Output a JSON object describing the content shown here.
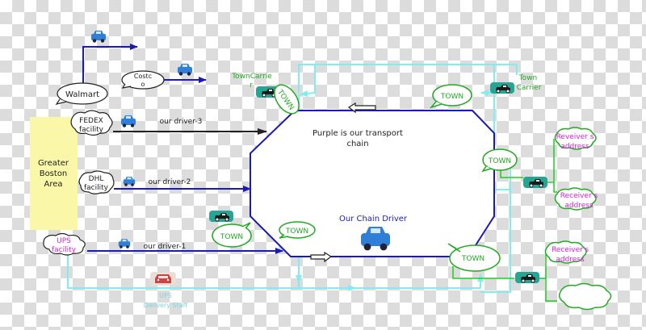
{
  "colors": {
    "chain": "#1a1ab4",
    "town": "#22aa22",
    "cyan": "#80eef0",
    "magenta": "#e020e0",
    "dark": "#222222",
    "area_fill": "#fbf7a8",
    "carrier_fill": "#27a594",
    "ups_car": "#cc4444",
    "ups_text": "#7ad6e0"
  },
  "area": {
    "label_line1": "Greater",
    "label_line2": "Boston",
    "label_line3": "Area"
  },
  "facilities": {
    "walmart": "Walmart",
    "costco_line1": "Costc",
    "costco_line2": "o",
    "fedex_line1": "FEDEX",
    "fedex_line2": "facility",
    "dhl_line1": "DHL",
    "dhl_line2": "facility",
    "ups_line1": "UPS",
    "ups_line2": "facility"
  },
  "drivers": {
    "driver3": "our driver-3",
    "driver2": "our driver-2",
    "driver1": "our driver-1"
  },
  "chain": {
    "title_line1": "Purple is our transport",
    "title_line2": "chain",
    "driver_label": "Our Chain Driver"
  },
  "towns": {
    "label": "TOWN",
    "rotated_label": "TOWN"
  },
  "carriers": {
    "left_line1": "TownCarrie",
    "left_line2": "r",
    "right_line1": "Town",
    "right_line2": "Carrier"
  },
  "receivers": {
    "r1_line1": "Reveiver s",
    "r1_line2": "address",
    "r2_line1": "Receiver s",
    "r2_line2": "address",
    "r3_line1": "Receiver's",
    "r3_line2": "address"
  },
  "ups_staff": {
    "line1": "UPS",
    "line2": "Delivery Staff"
  }
}
